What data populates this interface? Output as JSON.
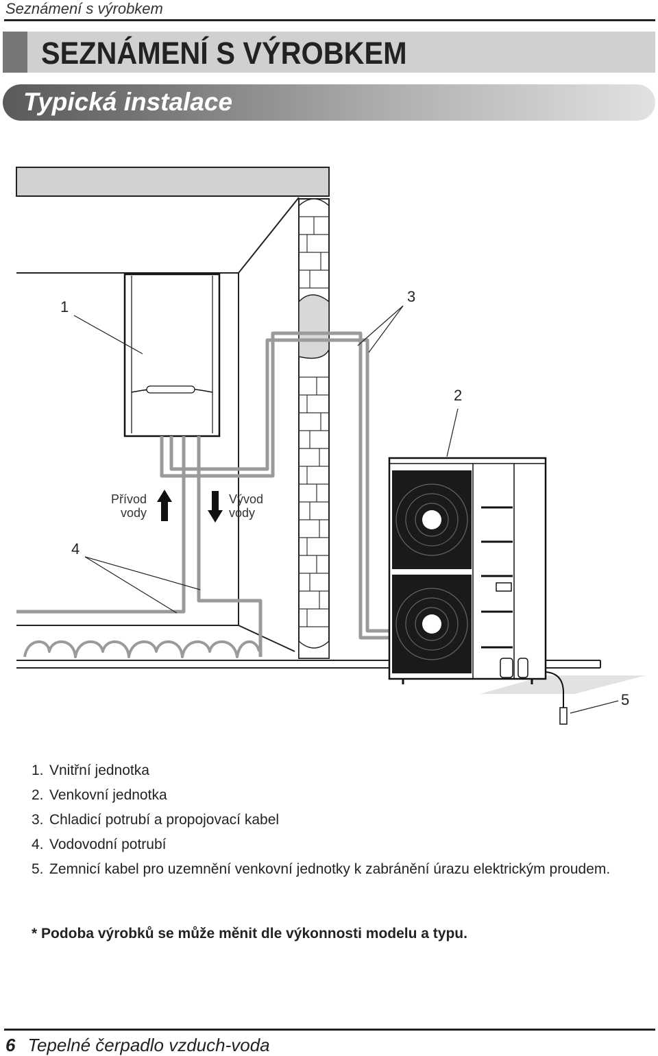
{
  "header": {
    "running_head": "Seznámení s výrobkem",
    "title": "SEZNÁMENÍ S VÝROBKEM",
    "subtitle": "Typická instalace"
  },
  "diagram": {
    "callouts": [
      "1",
      "2",
      "3",
      "4",
      "5"
    ],
    "water_in": [
      "Přívod",
      "vody"
    ],
    "water_out": [
      "Vývod",
      "vody"
    ]
  },
  "legend": [
    {
      "num": "1.",
      "text": "Vnitřní jednotka"
    },
    {
      "num": "2.",
      "text": "Venkovní jednotka"
    },
    {
      "num": "3.",
      "text": "Chladicí potrubí a propojovací kabel"
    },
    {
      "num": "4.",
      "text": "Vodovodní potrubí"
    },
    {
      "num": "5.",
      "text": "Zemnicí kabel pro uzemnění venkovní jednotky k zabránění úrazu elektrickým proudem."
    }
  ],
  "note": "* Podoba výrobků se může měnit dle výkonnosti modelu a typu.",
  "footer": {
    "page_number": "6",
    "text": "Tepelné čerpadlo vzduch-voda"
  }
}
